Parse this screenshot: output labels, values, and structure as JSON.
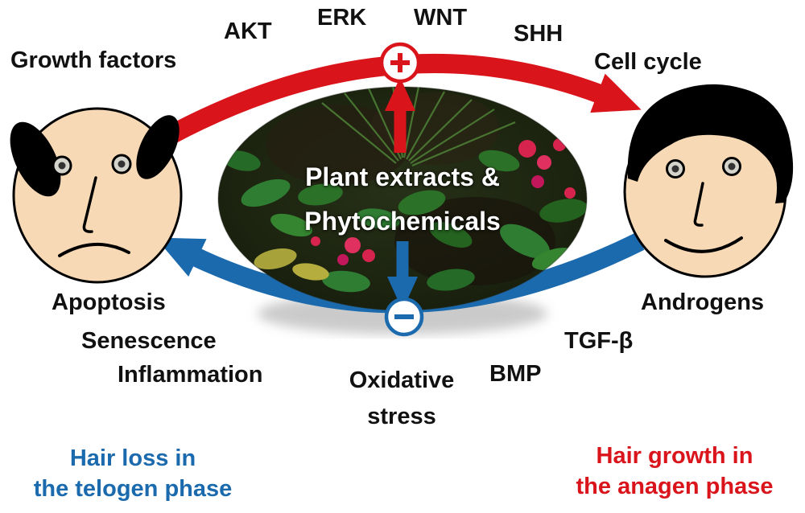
{
  "diagram": {
    "center": {
      "line1": "Plant extracts &",
      "line2": "Phytochemicals"
    },
    "top_pathways": {
      "akt": "AKT",
      "erk": "ERK",
      "wnt": "WNT",
      "shh": "SHH"
    },
    "left_side": {
      "growth_factors": "Growth factors",
      "apoptosis": "Apoptosis",
      "senescence": "Senescence",
      "inflammation": "Inflammation"
    },
    "right_side": {
      "cell_cycle": "Cell cycle",
      "androgens": "Androgens",
      "tgf_beta": "TGF-β"
    },
    "bottom_pathways": {
      "oxidative_line1": "Oxidative",
      "oxidative_line2": "stress",
      "bmp": "BMP"
    },
    "captions": {
      "hair_loss_line1": "Hair loss in",
      "hair_loss_line2": "the telogen phase",
      "hair_growth_line1": "Hair growth in",
      "hair_growth_line2": "the anagen phase"
    },
    "icons": {
      "stimulate": "plus-circle-icon",
      "inhibit": "minus-circle-icon"
    },
    "colors": {
      "stimulate_red": "#d9141b",
      "inhibit_blue": "#1a6aad",
      "skin": "#f7d9b6",
      "hair_black": "#000000",
      "text_black": "#111111"
    }
  }
}
